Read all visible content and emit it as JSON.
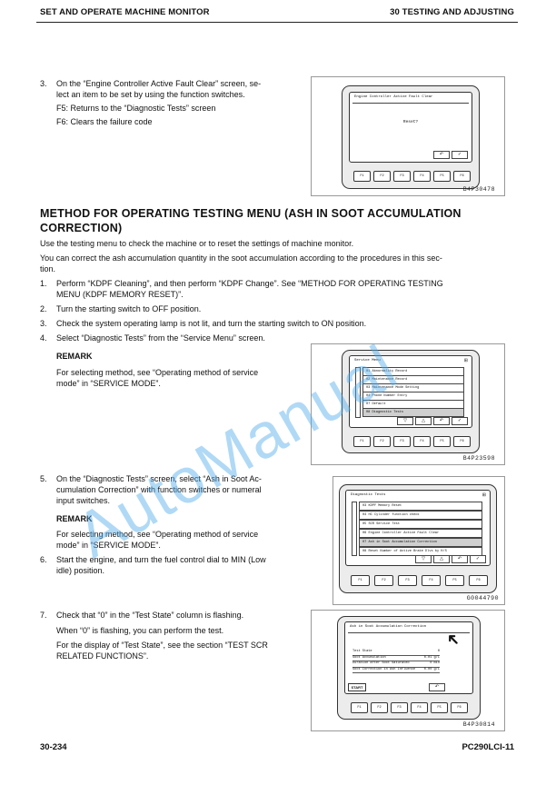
{
  "header": {
    "left": "SET AND OPERATE MACHINE MONITOR",
    "right": "30 TESTING AND ADJUSTING"
  },
  "step3": {
    "num": "3.",
    "line1": "On the “Engine Controller Active Fault Clear” screen, se-",
    "line2": "lect an item to be set by using the function switches.",
    "f5": "F5: Returns to the “Diagnostic Tests” screen",
    "f6": "F6: Clears the failure code"
  },
  "fig1": {
    "title": "Engine Controller Active Fault Clear",
    "center_text": "Reset?",
    "icons": [
      "↶",
      "✓"
    ],
    "fkeys": [
      "F1",
      "F2",
      "F3",
      "F4",
      "F5",
      "F6"
    ],
    "code": "B4P30478"
  },
  "section": {
    "title_line1": "METHOD FOR OPERATING TESTING MENU (ASH IN SOOT ACCUMULATION",
    "title_line2": "CORRECTION)",
    "p1": "Use the testing menu to check the machine or to reset the settings of machine monitor.",
    "p2_line1": "You can correct the ash accumulation quantity in the soot accumulation according to the procedures in this sec-",
    "p2_line2": "tion."
  },
  "steps": {
    "s1_num": "1.",
    "s1_line1": "Perform “KDPF Cleaning”, and then perform “KDPF Change”. See “METHOD FOR OPERATING TESTING",
    "s1_line2": "MENU (KDPF MEMORY RESET)”.",
    "s2_num": "2.",
    "s2": "Turn the starting switch to OFF position.",
    "s3_num": "3.",
    "s3": "Check the system operating lamp is not lit, and turn the starting switch to ON position.",
    "s4_num": "4.",
    "s4": "Select “Diagnostic Tests” from the “Service Menu” screen.",
    "s4_remark": "REMARK",
    "s4_r1": "For selecting method, see “Operating method of service",
    "s4_r2": "mode” in “SERVICE MODE”.",
    "s5_num": "5.",
    "s5_line1": "On the “Diagnostic Tests” screen, select “Ash in Soot Ac-",
    "s5_line2": "cumulation Correction” with function switches or numeral",
    "s5_line3": "input switches.",
    "s5_remark": "REMARK",
    "s5_r1": "For selecting method, see “Operating method of service",
    "s5_r2": "mode” in “SERVICE MODE”.",
    "s6_num": "6.",
    "s6_line1": "Start the engine, and turn the fuel control dial to MIN (Low",
    "s6_line2": "idle) position.",
    "s7_num": "7.",
    "s7_line1": "Check that “0” in the “Test State” column is flashing.",
    "s7_line2": "When “0” is flashing, you can perform the test.",
    "s7_line3": "For the display of “Test State”, see the section “TEST SCR",
    "s7_line4": "RELATED FUNCTIONS”."
  },
  "fig2": {
    "title": "Service Menu",
    "items": [
      "01  Abnormality Record",
      "02  Maintenance Record",
      "03  Maintenance Mode Setting",
      "04  Phone Number Entry",
      "07  Default",
      "08  Diagnostic Tests"
    ],
    "icons": [
      "▽",
      "△",
      "↶",
      "✓"
    ],
    "fkeys": [
      "F1",
      "F2",
      "F3",
      "F4",
      "F5",
      "F6"
    ],
    "code": "B4P23598"
  },
  "fig3": {
    "title": "Diagnostic Tests",
    "items": [
      "03  KDPF Memory Reset",
      "04  HC Cylinder function check",
      "05  SCR Service Test",
      "06  Engine Controller Active Fault Clear",
      "07  Ash in Soot Accumulation Correction",
      "08  Reset Number of Active Brake Dlvs by H/S"
    ],
    "icons": [
      "▽",
      "△",
      "↶",
      "✓"
    ],
    "fkeys": [
      "F1",
      "F2",
      "F3",
      "F4",
      "F5",
      "F6"
    ],
    "code": "G0044790"
  },
  "fig4": {
    "title": "Ash in Soot Accumulation Correction",
    "rows": [
      {
        "label": "Test State",
        "value": "0"
      },
      {
        "label": "Soot Accumulation",
        "value": "0.01 g/L"
      },
      {
        "label": "Duration after Soot Saturated",
        "value": "0 min"
      },
      {
        "label": "Soot Correction in Ash Influence",
        "value": "0.00 g/L"
      }
    ],
    "start_label": "START",
    "icons": [
      "↶"
    ],
    "fkeys": [
      "F1",
      "F2",
      "F3",
      "F4",
      "F5",
      "F6"
    ],
    "code": "B4P30814"
  },
  "watermark": "AutoManual",
  "footer": {
    "left": "30-234",
    "right": "PC290LCI-11"
  }
}
